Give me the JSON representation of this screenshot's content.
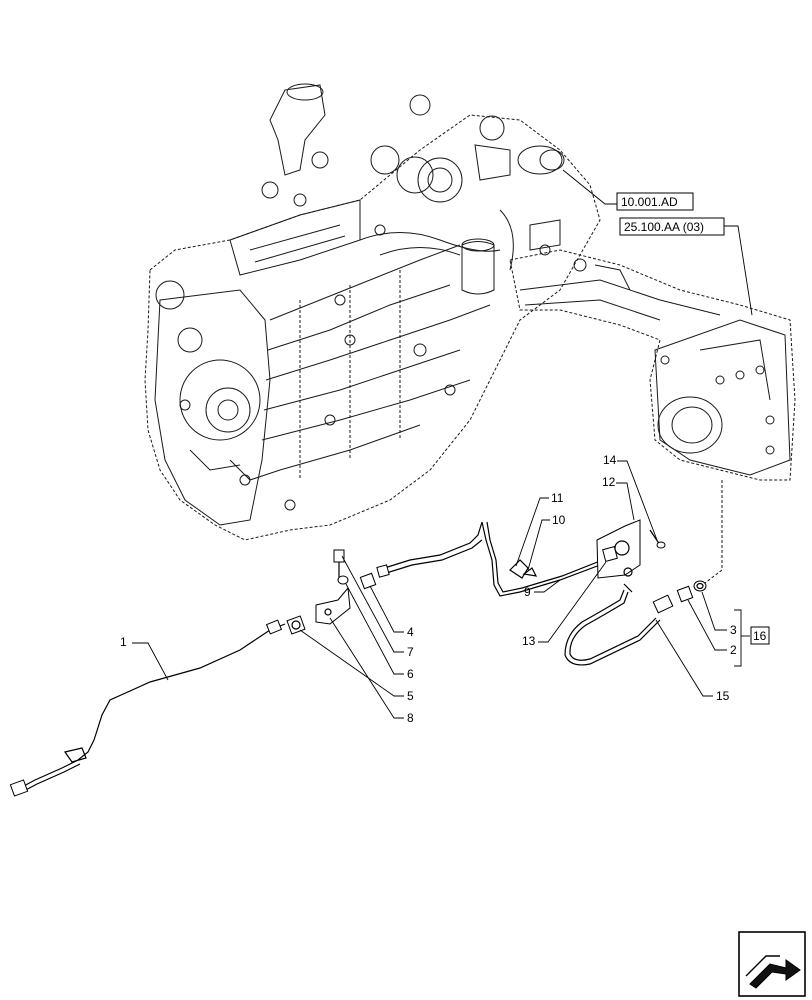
{
  "references": [
    {
      "id": "ref-10-001-ad",
      "text": "10.001.AD"
    },
    {
      "id": "ref-25-100-aa",
      "text": "25.100.AA (03)"
    }
  ],
  "callouts": {
    "c1": "1",
    "c2": "2",
    "c3": "3",
    "c4": "4",
    "c5": "5",
    "c6": "6",
    "c7": "7",
    "c8": "8",
    "c9": "9",
    "c10": "10",
    "c11": "11",
    "c12": "12",
    "c13": "13",
    "c14": "14",
    "c15": "15",
    "c16": "16"
  },
  "icons": {
    "next_page": "next-page-arrow-icon"
  }
}
